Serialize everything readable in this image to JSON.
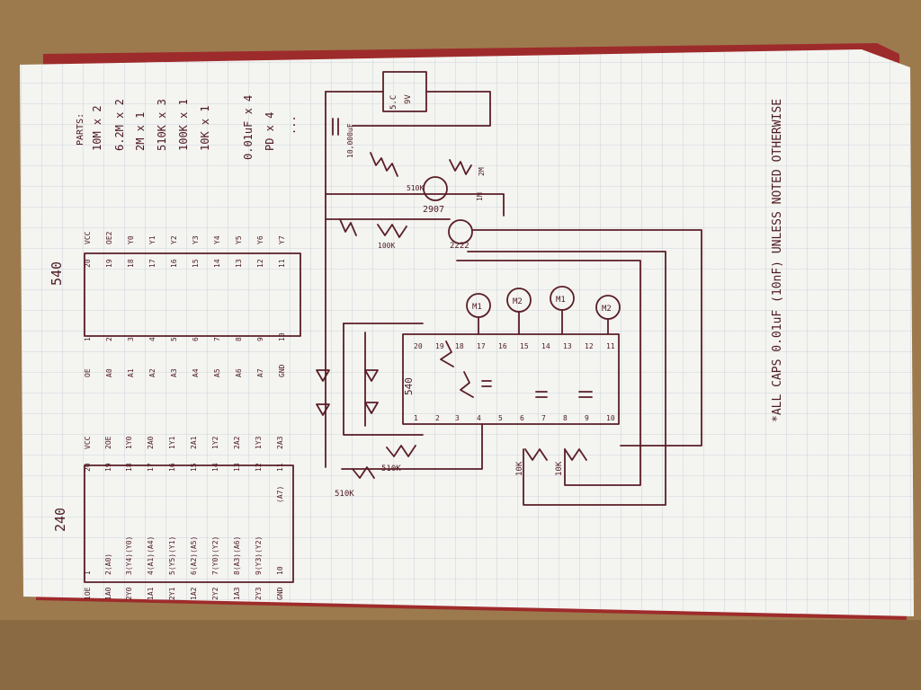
{
  "colors": {
    "table_wood": "#9c7a4e",
    "paper": "#f4f4f1",
    "grid": "#c3cad6",
    "ink": "#5a1e26",
    "notebook_cover": "#9e2b2b"
  },
  "chip_240": {
    "title": "240",
    "left_outer": [
      "1OE",
      "1A0",
      "2Y0",
      "1A1",
      "2Y1",
      "1A2",
      "2Y2",
      "1A3",
      "2Y3",
      "GND"
    ],
    "left_inner": [
      "1",
      "2(A0)",
      "3(Y4)(Y0)",
      "4(A1)(A4)",
      "5(Y5)(Y1)",
      "6(A2)(A5)",
      "7(Y0)(Y2)",
      "8(A3)(A6)",
      "9(Y3)(Y2)",
      "10"
    ],
    "right_inner": [
      "20",
      "19",
      "18",
      "17",
      "16",
      "15",
      "14",
      "13",
      "12",
      "11"
    ],
    "right_outer": [
      "VCC",
      "2OE",
      "1Y0",
      "2A0",
      "1Y1",
      "2A1",
      "1Y2",
      "2A2",
      "1Y3",
      "2A3"
    ],
    "extra": "(A7)"
  },
  "chip_540": {
    "title": "540",
    "left_outer": [
      "OE",
      "A0",
      "A1",
      "A2",
      "A3",
      "A4",
      "A5",
      "A6",
      "A7",
      "GND"
    ],
    "left_inner": [
      "1",
      "2",
      "3",
      "4",
      "5",
      "6",
      "7",
      "8",
      "9",
      "10"
    ],
    "right_inner": [
      "20",
      "19",
      "18",
      "17",
      "16",
      "15",
      "14",
      "13",
      "12",
      "11"
    ],
    "right_outer": [
      "VCC",
      "OE2",
      "Y0",
      "Y1",
      "Y2",
      "Y3",
      "Y4",
      "Y5",
      "Y6",
      "Y7"
    ]
  },
  "parts": {
    "heading": "PARTS:",
    "items": [
      "10M x 2",
      "6.2M x 2",
      "2M x 1",
      "510K x 3",
      "100K x 1",
      "10K x 1",
      "0.01uF x 4",
      "PD x 4",
      "..."
    ]
  },
  "schematic": {
    "battery": [
      "5.C",
      "9V"
    ],
    "cap_main": "10,000uF",
    "r_510k_top": "510K",
    "r_2m": "2M",
    "q1": "2907",
    "r_1m": "1M",
    "r_100k": "100K",
    "q2": "2222",
    "motors": [
      "M1",
      "M2",
      "M1",
      "M2"
    ],
    "ic_label": "540",
    "r_510k_a": "510K",
    "r_510k_b": "510K",
    "r_10k_a": "10K",
    "r_10k_b": "10K",
    "pins_bottom": [
      "1",
      "2",
      "3",
      "4",
      "5",
      "6",
      "7",
      "8",
      "9",
      "10"
    ],
    "pins_top": [
      "20",
      "19",
      "18",
      "17",
      "16",
      "15",
      "14",
      "13",
      "12",
      "11"
    ]
  },
  "note": "*ALL CAPS 0.01uF (10nF) UNLESS NOTED OTHERWISE"
}
